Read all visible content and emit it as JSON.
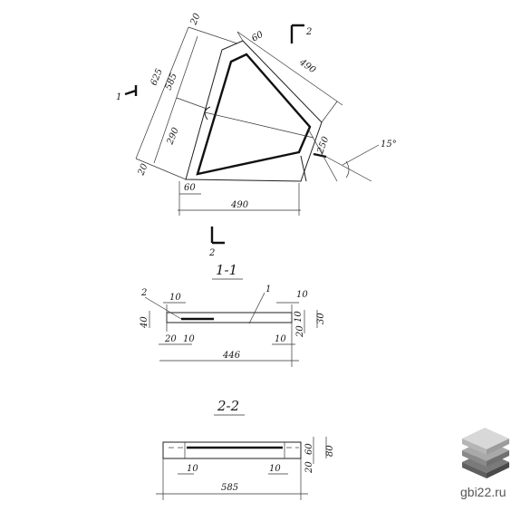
{
  "plan": {
    "section_mark_1": "1",
    "section_mark_2_top": "2",
    "section_mark_2_bottom": "2",
    "dims": {
      "d625": "625",
      "d585": "585",
      "d20_top": "20",
      "d290": "290",
      "d20_bottom": "20",
      "d60_top": "60",
      "d490_diag": "490",
      "d250": "250",
      "d60_bottom": "60",
      "d490_bottom": "490",
      "angle": "15°"
    }
  },
  "section_1_1": {
    "title": "1-1",
    "callout_2": "2",
    "callout_1": "1",
    "dims": {
      "d10_left": "10",
      "d10_right": "10",
      "d40": "40",
      "d20_left": "20",
      "d10_mid": "10",
      "d10_lower": "10",
      "d20_right": "20",
      "d30": "30",
      "d446": "446",
      "d10_bottom": "10"
    }
  },
  "section_2_2": {
    "title": "2-2",
    "dims": {
      "d60": "60",
      "d80": "80",
      "d20": "20",
      "d10_left": "10",
      "d10_right": "10",
      "d585": "585"
    }
  },
  "brand": {
    "site": "gbi22.ru",
    "colors": {
      "top": "#d8d8d8",
      "mid": "#a9a9a9",
      "bottom": "#7a7a7a"
    }
  }
}
